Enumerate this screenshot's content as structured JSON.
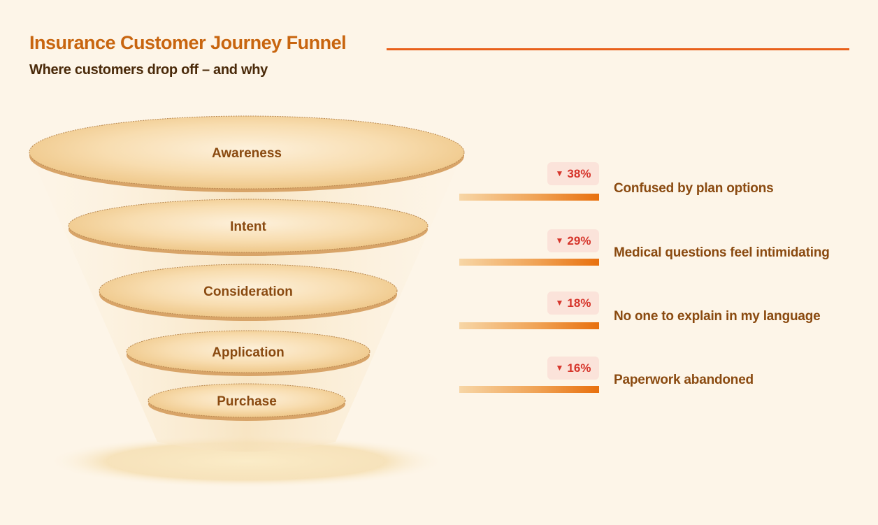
{
  "header": {
    "title": "Insurance Customer Journey Funnel",
    "subtitle": "Where customers drop off – and why"
  },
  "stages": [
    {
      "label": "Awareness"
    },
    {
      "label": "Intent"
    },
    {
      "label": "Consideration"
    },
    {
      "label": "Application"
    },
    {
      "label": "Purchase"
    }
  ],
  "dropoffs": [
    {
      "percent": "38%",
      "reason": "Confused by plan options"
    },
    {
      "percent": "29%",
      "reason": "Medical questions feel intimidating"
    },
    {
      "percent": "18%",
      "reason": "No one to explain in my language"
    },
    {
      "percent": "16%",
      "reason": "Paperwork abandoned"
    }
  ],
  "icons": {
    "drop": "down-triangle-icon"
  },
  "colors": {
    "background": "#fdf5e8",
    "title": "#c8650f",
    "accent_rule": "#e8601a",
    "stage_text": "#8a4a10",
    "badge_bg": "#fbe3da",
    "badge_text": "#d6352b",
    "bar_start": "#f7d6a6",
    "bar_end": "#e8700e"
  }
}
